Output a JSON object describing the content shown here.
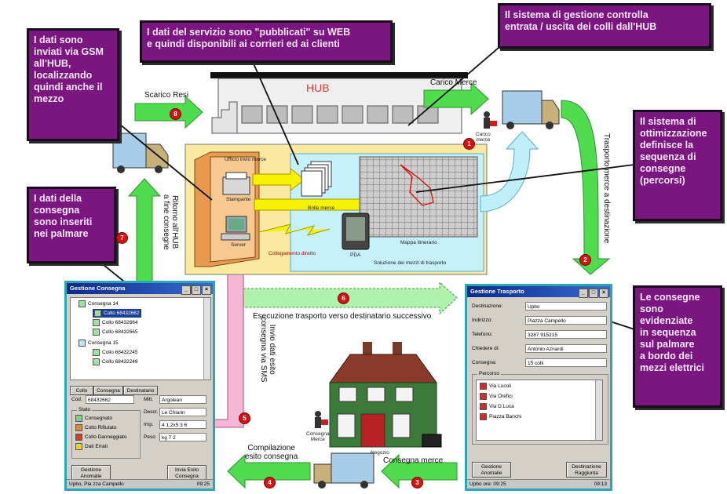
{
  "callouts": {
    "gsm": "I dati sono\ninviati via GSM\nall'HUB,\nlocalizzando\nquindi anche il\nmezzo",
    "web": "I dati del servizio sono \"pubblicati\" su WEB\ne quindi disponibili ai corrieri ed ai clienti",
    "hub_control": "Il sistema di gestione controlla\nentrata / uscita dei colli dall'HUB",
    "optimization": "Il sistema di\nottimizzazione\ndefinisce la\nsequenza di\nconsegne\n(percorsi)",
    "palmare": "I dati della\nconsegna\nsono inseriti\nnei palmare",
    "sequence": "Le consegne\nsono\nevidenziate\nin sequenza\nsul palmare\na bordo dei\nmezzi elettrici"
  },
  "flow": {
    "hub": "HUB",
    "scarico_resi": "Scarico Resi",
    "carico_merce": "Carico Merce",
    "carico_merce_small": "Carico\nmerce",
    "trasporto_merce": "Trasporto merce a destinazione",
    "ritorno_hub": "Ritorno all'HUB\na fine consegne",
    "invio_dati": "Invio dati esito\nconsegna via SMS",
    "esecuzione": "Esecuzione trasporto verso destinatario successivo",
    "compilazione": "Compilazione\nesito consegna",
    "consegna_merce": "Consegna merce",
    "consegna_merce_small": "Consegna\nMerce",
    "negozio": "Negozio"
  },
  "badges": [
    "1",
    "2",
    "3",
    "4",
    "5",
    "6",
    "7",
    "8"
  ],
  "office": {
    "ufficio": "Ufficio invio merce",
    "stampante": "Stampante",
    "server": "Server",
    "bolle": "Bolle merce",
    "mappa": "Mappa itinerario",
    "pda": "PDA",
    "collegamento": "Collegamento diretto",
    "soluzione": "Soluzione dei mezzi di trasporto"
  },
  "left_window": {
    "title": "Gestione Consegna",
    "tree": [
      "Consegna 14",
      "Collo 68432662",
      "Collo 68432664",
      "Collo 68432665",
      "Consegna 15",
      "Collo 68432245",
      "Collo 68432249"
    ],
    "tabs": [
      "Collo",
      "Consegna",
      "Destinatario"
    ],
    "cod_label": "Cod.",
    "cod_value": "68432662",
    "stato_label": "Stato",
    "stati": [
      "Consegnato",
      "Collo Rifiutato",
      "Collo Danneggiato",
      "Dati Errati"
    ],
    "stato_colors": [
      "#7fd37f",
      "#e08a2a",
      "#d83a1a",
      "#f0d020"
    ],
    "right_labels": [
      "Mitt.",
      "Descr.",
      "Imp.",
      "Peso"
    ],
    "right_values": [
      "Argolean",
      "Le Chiarin",
      "4 1,2x5 3 6",
      "kg 7 2"
    ],
    "btn_left": "Gestione\nAnomalie",
    "btn_right": "Invia Esito\nConsegna",
    "status_left": "Upbo, Pia zza Campello",
    "status_right": "09:25"
  },
  "right_window": {
    "title": "Gestione Trasporto",
    "labels": [
      "Destinazione:",
      "Indirizzo:",
      "Telefono:",
      "Chiedere di:",
      "Consegna:"
    ],
    "values": [
      "Upbo",
      "Piazza Campello",
      "3287 915215",
      "Antonio Aznardi",
      "15 colli"
    ],
    "percorso_label": "Percorso",
    "percorso": [
      "Via Lucoli",
      "Via Orefici",
      "Via D.Luca",
      "Piazza Banchi"
    ],
    "btn_left": "Gestione\nAnomalie",
    "btn_right": "Destinazione\nRaggiunta",
    "status_left": "Upbo ore: 09:25",
    "status_right": "09:13"
  }
}
